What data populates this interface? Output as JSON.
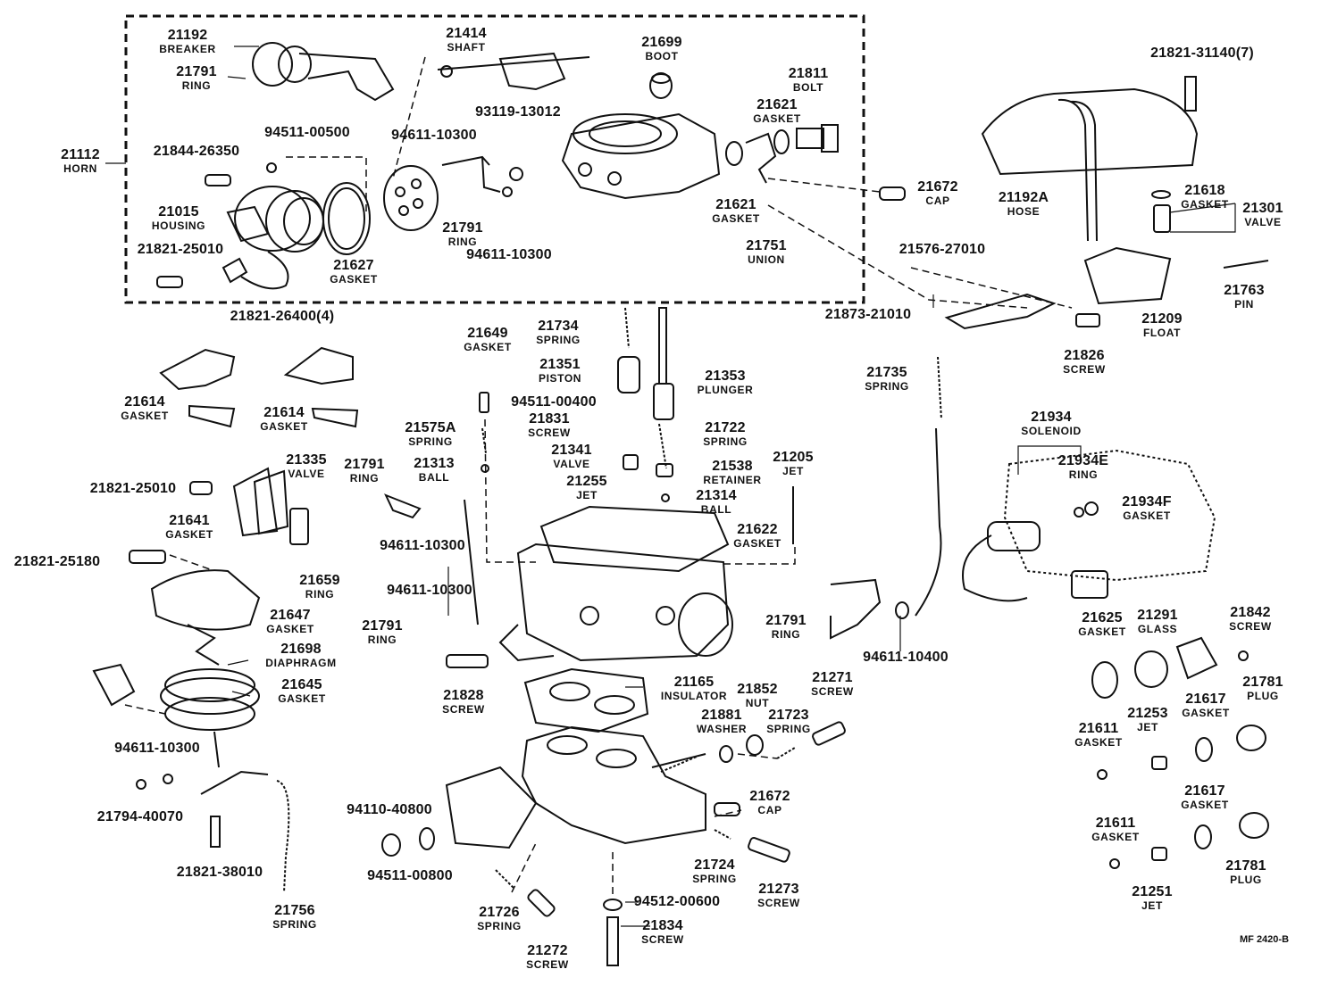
{
  "diagram_code": "MF 2420-B",
  "parts": [
    {
      "num": "21192",
      "name": "BREAKER"
    },
    {
      "num": "21791",
      "name": "RING"
    },
    {
      "num": "21414",
      "name": "SHAFT"
    },
    {
      "num": "21699",
      "name": "BOOT"
    },
    {
      "num": "21811",
      "name": "BOLT"
    },
    {
      "num": "21621",
      "name": "GASKET"
    },
    {
      "num": "93119-13012",
      "name": ""
    },
    {
      "num": "94511-00500",
      "name": ""
    },
    {
      "num": "94611-10300",
      "name": ""
    },
    {
      "num": "21112",
      "name": "HORN"
    },
    {
      "num": "21844-26350",
      "name": ""
    },
    {
      "num": "21015",
      "name": "HOUSING"
    },
    {
      "num": "21821-25010",
      "name": ""
    },
    {
      "num": "21627",
      "name": "GASKET"
    },
    {
      "num": "21791",
      "name": "RING"
    },
    {
      "num": "94611-10300",
      "name": ""
    },
    {
      "num": "21621",
      "name": "GASKET"
    },
    {
      "num": "21751",
      "name": "UNION"
    },
    {
      "num": "21672",
      "name": "CAP"
    },
    {
      "num": "21821-31140(7)",
      "name": ""
    },
    {
      "num": "21192A",
      "name": "HOSE"
    },
    {
      "num": "21618",
      "name": "GASKET"
    },
    {
      "num": "21301",
      "name": "VALVE"
    },
    {
      "num": "21576-27010",
      "name": ""
    },
    {
      "num": "21763",
      "name": "PIN"
    },
    {
      "num": "21209",
      "name": "FLOAT"
    },
    {
      "num": "21873-21010",
      "name": ""
    },
    {
      "num": "21826",
      "name": "SCREW"
    },
    {
      "num": "21821-26400(4)",
      "name": ""
    },
    {
      "num": "21649",
      "name": "GASKET"
    },
    {
      "num": "21734",
      "name": "SPRING"
    },
    {
      "num": "21351",
      "name": "PISTON"
    },
    {
      "num": "21353",
      "name": "PLUNGER"
    },
    {
      "num": "94511-00400",
      "name": ""
    },
    {
      "num": "21831",
      "name": "SCREW"
    },
    {
      "num": "21614",
      "name": "GASKET"
    },
    {
      "num": "21614",
      "name": "GASKET"
    },
    {
      "num": "21575A",
      "name": "SPRING"
    },
    {
      "num": "21722",
      "name": "SPRING"
    },
    {
      "num": "21735",
      "name": "SPRING"
    },
    {
      "num": "21341",
      "name": "VALVE"
    },
    {
      "num": "21313",
      "name": "BALL"
    },
    {
      "num": "21538",
      "name": "RETAINER"
    },
    {
      "num": "21205",
      "name": "JET"
    },
    {
      "num": "21255",
      "name": "JET"
    },
    {
      "num": "21314",
      "name": "BALL"
    },
    {
      "num": "21335",
      "name": "VALVE"
    },
    {
      "num": "21791",
      "name": "RING"
    },
    {
      "num": "21821-25010",
      "name": ""
    },
    {
      "num": "21641",
      "name": "GASKET"
    },
    {
      "num": "94611-10300",
      "name": ""
    },
    {
      "num": "21622",
      "name": "GASKET"
    },
    {
      "num": "21934",
      "name": "SOLENOID"
    },
    {
      "num": "21934E",
      "name": "RING"
    },
    {
      "num": "21934F",
      "name": "GASKET"
    },
    {
      "num": "21821-25180",
      "name": ""
    },
    {
      "num": "21659",
      "name": "RING"
    },
    {
      "num": "21647",
      "name": "GASKET"
    },
    {
      "num": "94611-10300",
      "name": ""
    },
    {
      "num": "21791",
      "name": "RING"
    },
    {
      "num": "21698",
      "name": "DIAPHRAGM"
    },
    {
      "num": "21791",
      "name": "RING"
    },
    {
      "num": "94611-10400",
      "name": ""
    },
    {
      "num": "21625",
      "name": "GASKET"
    },
    {
      "num": "21291",
      "name": "GLASS"
    },
    {
      "num": "21842",
      "name": "SCREW"
    },
    {
      "num": "21645",
      "name": "GASKET"
    },
    {
      "num": "21828",
      "name": "SCREW"
    },
    {
      "num": "21165",
      "name": "INSULATOR"
    },
    {
      "num": "21852",
      "name": "NUT"
    },
    {
      "num": "21271",
      "name": "SCREW"
    },
    {
      "num": "21781",
      "name": "PLUG"
    },
    {
      "num": "21881",
      "name": "WASHER"
    },
    {
      "num": "21723",
      "name": "SPRING"
    },
    {
      "num": "21617",
      "name": "GASKET"
    },
    {
      "num": "21611",
      "name": "GASKET"
    },
    {
      "num": "21253",
      "name": "JET"
    },
    {
      "num": "94611-10300",
      "name": ""
    },
    {
      "num": "21794-40070",
      "name": ""
    },
    {
      "num": "21672",
      "name": "CAP"
    },
    {
      "num": "21617",
      "name": "GASKET"
    },
    {
      "num": "94110-40800",
      "name": ""
    },
    {
      "num": "21611",
      "name": "GASKET"
    },
    {
      "num": "21821-38010",
      "name": ""
    },
    {
      "num": "94511-00800",
      "name": ""
    },
    {
      "num": "21724",
      "name": "SPRING"
    },
    {
      "num": "21781",
      "name": "PLUG"
    },
    {
      "num": "21273",
      "name": "SCREW"
    },
    {
      "num": "21251",
      "name": "JET"
    },
    {
      "num": "21756",
      "name": "SPRING"
    },
    {
      "num": "21726",
      "name": "SPRING"
    },
    {
      "num": "94512-00600",
      "name": ""
    },
    {
      "num": "21834",
      "name": "SCREW"
    },
    {
      "num": "21272",
      "name": "SCREW"
    }
  ]
}
